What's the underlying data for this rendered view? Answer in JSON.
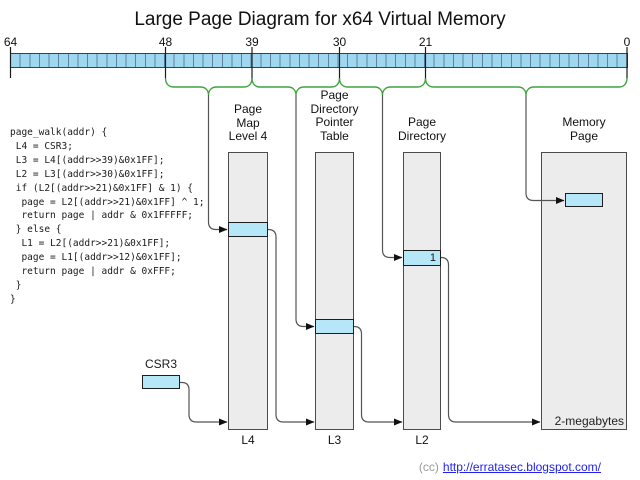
{
  "title": "Large Page Diagram for x64 Virtual Memory",
  "ruler": {
    "total_bits": 64,
    "tick_labels": [
      "64",
      "48",
      "39",
      "30",
      "21",
      "0"
    ]
  },
  "code": "page_walk(addr) {\n L4 = CSR3;\n L3 = L4[(addr>>39)&0x1FF];\n L2 = L3[(addr>>30)&0x1FF];\n if (L2[(addr>>21)&0x1FF] & 1) {\n  page = L2[(addr>>21)&0x1FF] ^ 1;\n  return page | addr & 0x1FFFFF;\n } else {\n  L1 = L2[(addr>>21)&0x1FF];\n  page = L1[(addr>>12)&0x1FF];\n  return page | addr & 0xFFF;\n }\n}",
  "tables": {
    "pml4": {
      "header": "Page\nMap\nLevel 4",
      "footer_label": "L4"
    },
    "pdpt": {
      "header": "Page\nDirectory\nPointer\nTable",
      "footer_label": "L3"
    },
    "pd": {
      "header": "Page\nDirectory",
      "footer_label": "L2",
      "entry_value": "1"
    },
    "memory": {
      "header": "Memory\nPage",
      "size_label": "2-megabytes"
    }
  },
  "csr3": {
    "label": "CSR3"
  },
  "footer": {
    "license": "(cc)",
    "link": "http://erratasec.blogspot.com/"
  },
  "colors": {
    "bar_fill": "#9fd7f1",
    "bar_divider": "#5d83a0",
    "entry_fill": "#b5e7f8",
    "column_fill": "#ececec",
    "brace_green": "#3fa43f",
    "connector_gray": "#555555",
    "link_blue": "#2222ee"
  }
}
